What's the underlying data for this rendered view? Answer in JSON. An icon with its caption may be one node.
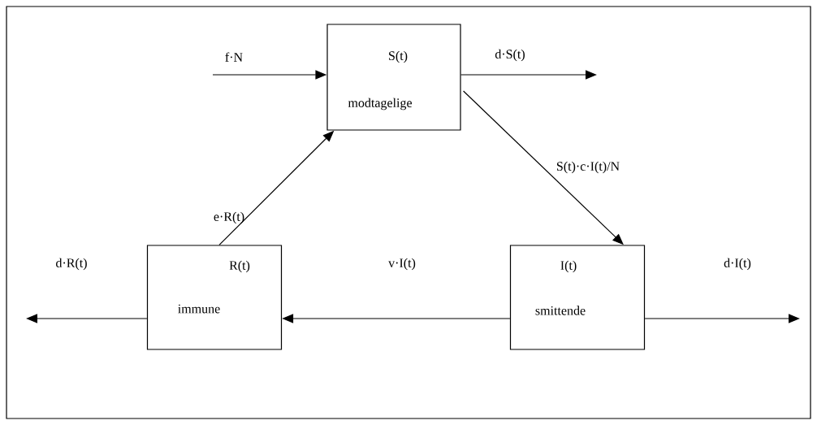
{
  "diagram": {
    "nodes": [
      {
        "text": [
          "S(t)",
          "modtagelige"
        ]
      },
      {
        "text": [
          "R(t)",
          "immune"
        ]
      },
      {
        "text": [
          "I(t)",
          "smittende"
        ]
      }
    ],
    "edges": [
      {
        "from": null,
        "to": 0,
        "arrow": "to",
        "label": "f·N"
      },
      {
        "from": 0,
        "to": null,
        "arrow": "to",
        "label": "d·S(t)"
      },
      {
        "from": 0,
        "to": 2,
        "arrow": "to",
        "label": "S(t)·c·I(t)/N"
      },
      {
        "from": 1,
        "to": 0,
        "arrow": "to",
        "label": "e·R(t)"
      },
      {
        "from": 2,
        "to": 1,
        "arrow": "to",
        "label": "v·I(t)"
      },
      {
        "from": 1,
        "to": null,
        "arrow": "to",
        "label": "d·R(t)"
      },
      {
        "from": 2,
        "to": null,
        "arrow": "to",
        "label": "d·I(t)"
      }
    ]
  }
}
